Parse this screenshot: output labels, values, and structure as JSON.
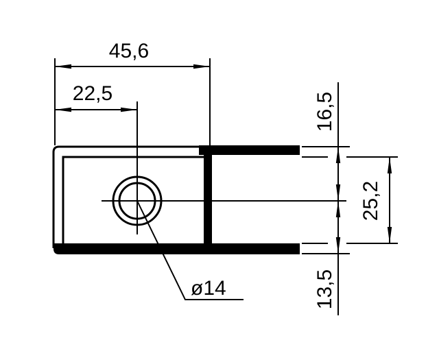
{
  "dimensions": {
    "overall_width": "45,6",
    "hole_offset": "22,5",
    "top_offset": "16,5",
    "inner_height": "25,2",
    "bottom_offset": "13,5",
    "hole_diameter": "ø14"
  },
  "colors": {
    "line": "#000000",
    "background": "#ffffff"
  }
}
